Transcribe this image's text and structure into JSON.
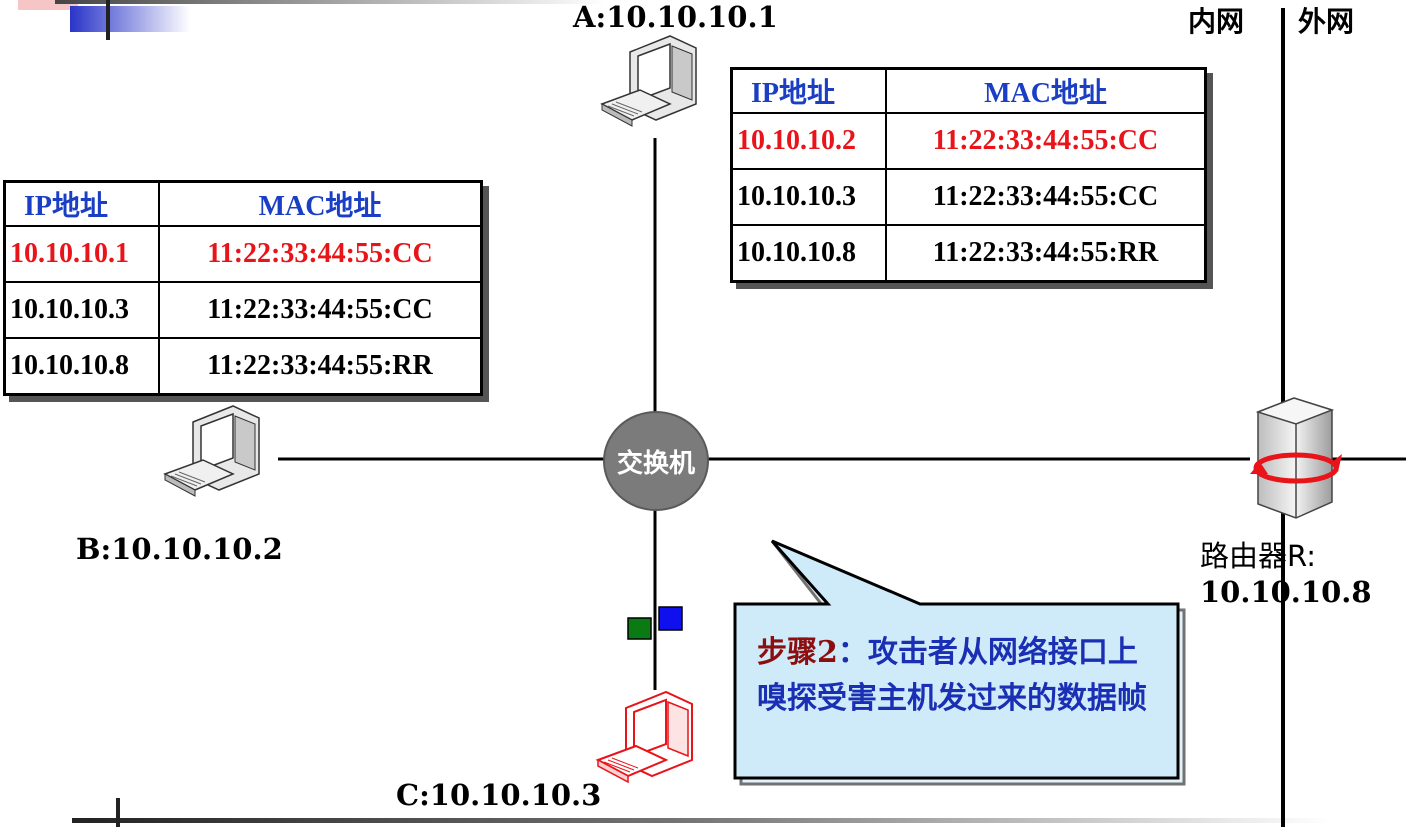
{
  "nodes": {
    "a_label": "A:10.10.10.1",
    "b_label": "B:10.10.10.2",
    "c_label": "C:10.10.10.3",
    "router_label_line1": "路由器R:",
    "router_label_line2": "10.10.10.8",
    "switch_label": "交换机"
  },
  "zones": {
    "inner": "内网",
    "outer": "外网"
  },
  "table_a": {
    "header_ip": "IP地址",
    "header_mac": "MAC地址",
    "rows": [
      {
        "ip": "10.10.10.2",
        "mac": "11:22:33:44:55:CC",
        "highlight": true
      },
      {
        "ip": "10.10.10.3",
        "mac": "11:22:33:44:55:CC",
        "highlight": false
      },
      {
        "ip": "10.10.10.8",
        "mac": "11:22:33:44:55:RR",
        "highlight": false
      }
    ]
  },
  "table_b": {
    "header_ip": "IP地址",
    "header_mac": "MAC地址",
    "rows": [
      {
        "ip": "10.10.10.1",
        "mac": "11:22:33:44:55:CC",
        "highlight": true
      },
      {
        "ip": "10.10.10.3",
        "mac": "11:22:33:44:55:CC",
        "highlight": false
      },
      {
        "ip": "10.10.10.8",
        "mac": "11:22:33:44:55:RR",
        "highlight": false
      }
    ]
  },
  "callout": {
    "step": "步骤2",
    "text": "：攻击者从网络接口上嗅探受害主机发过来的数据帧"
  },
  "colors": {
    "header_blue": "#1a3fc4",
    "highlight_red": "#e8141a",
    "callout_fill": "#cfeaf8",
    "packet_green": "#0a7a12",
    "packet_blue": "#1010ee"
  }
}
